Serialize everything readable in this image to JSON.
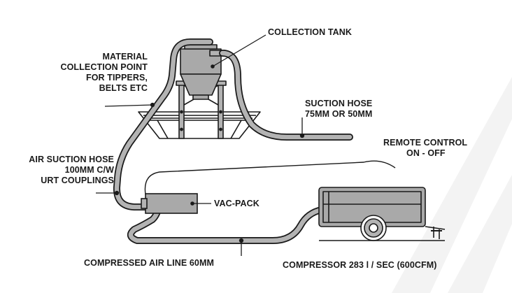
{
  "labels": {
    "collection_tank": "COLLECTION TANK",
    "material_point": [
      "MATERIAL",
      "COLLECTION POINT",
      "FOR TIPPERS,",
      "BELTS ETC"
    ],
    "suction_hose": [
      "SUCTION HOSE",
      "75MM OR 50MM"
    ],
    "remote_control": [
      "REMOTE CONTROL",
      "ON - OFF"
    ],
    "air_suction_hose": [
      "AIR SUCTION HOSE",
      "100MM C/W",
      "URT COUPLINGS"
    ],
    "vac_pack": "VAC-PACK",
    "compressed_air_line": "COMPRESSED AIR LINE 60MM",
    "compressor": "COMPRESSOR 283 l / SEC (600CFM)"
  },
  "colors": {
    "line": "#1a1a1a",
    "equipment_fill": "#a9a9a9",
    "hose_fill": "#b3b3b3",
    "background_stripe": "#f1f1f1"
  },
  "icons": [
    "collection-tank-icon",
    "skip-hopper-icon",
    "vac-pack-icon",
    "compressor-trailer-icon"
  ]
}
